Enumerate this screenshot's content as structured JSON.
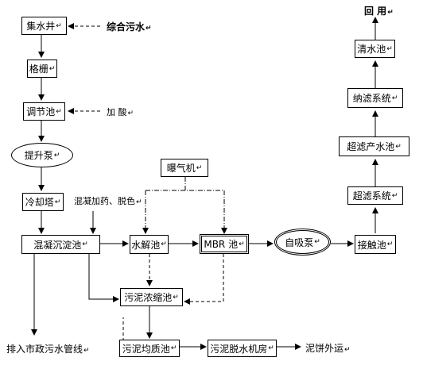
{
  "nodes": {
    "collect_well": "集水井",
    "grille": "格栅",
    "regulating_tank": "调节池",
    "lift_pump": "提升泵",
    "cooling_tower": "冷却塔",
    "coag_sed_tank": "混凝沉淀池",
    "hydrolysis_tank": "水解池",
    "mbr_tank": "MBR 池",
    "self_priming_pump": "自吸泵",
    "contact_tank": "接触池",
    "ultrafiltration_system": "超滤系统",
    "uf_product_tank": "超滤产水池",
    "nanofiltration_system": "纳滤系统",
    "clean_water_tank": "清水池",
    "aeration_fan": "曝气机",
    "sludge_thickener": "污泥浓缩池",
    "sludge_homogenizer": "污泥均质池",
    "sludge_dewatering_room": "污泥脱水机房"
  },
  "labels": {
    "mixed_wastewater": "综合污水",
    "add_acid": "加 酸",
    "coag_decolor": "混凝加药、脱色",
    "reuse": "回 用",
    "municipal_sewer": "排入市政污水管线",
    "sludge_cake_out": "泥饼外运"
  },
  "mark": "↵"
}
